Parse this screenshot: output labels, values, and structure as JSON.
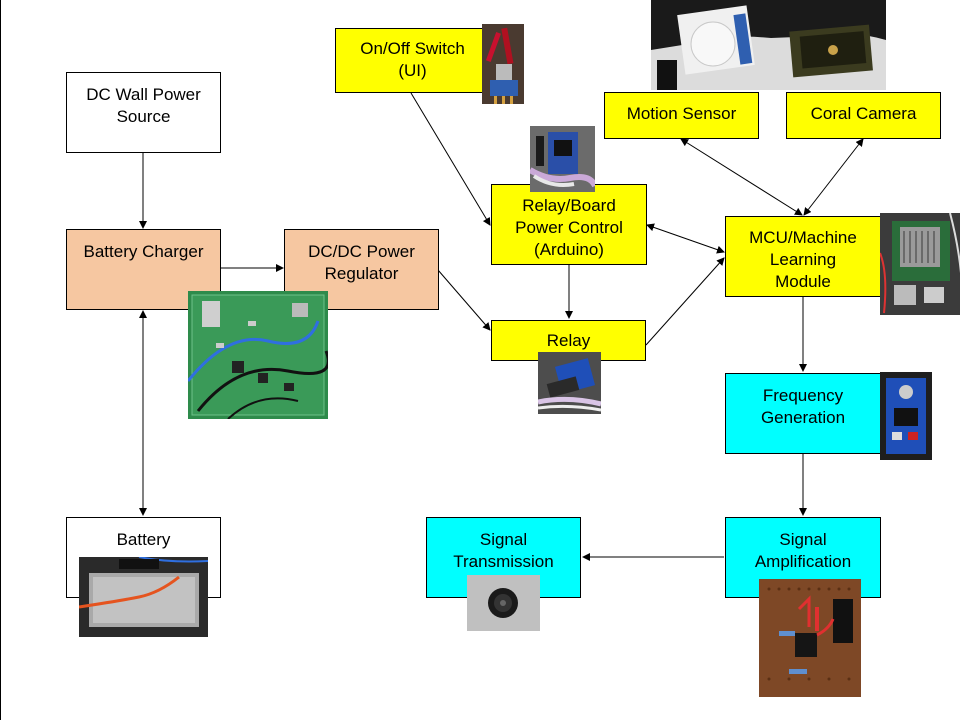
{
  "nodes": {
    "dc_wall_power": {
      "line1": "DC Wall Power",
      "line2": "Source"
    },
    "battery_charger": {
      "line1": "Battery Charger"
    },
    "dc_dc_regulator": {
      "line1": "DC/DC Power",
      "line2": "Regulator"
    },
    "battery": {
      "line1": "Battery"
    },
    "on_off_switch": {
      "line1": "On/Off Switch",
      "line2": "(UI)"
    },
    "relay_board_control": {
      "line1": "Relay/Board",
      "line2": "Power Control",
      "line3": "(Arduino)"
    },
    "relay": {
      "line1": "Relay"
    },
    "motion_sensor": {
      "line1": "Motion Sensor"
    },
    "coral_camera": {
      "line1": "Coral Camera"
    },
    "mcu_ml": {
      "line1": "MCU/Machine",
      "line2": "Learning",
      "line3": "Module"
    },
    "frequency_generation": {
      "line1": "Frequency",
      "line2": "Generation"
    },
    "signal_amplification": {
      "line1": "Signal",
      "line2": "Amplification"
    },
    "signal_transmission": {
      "line1": "Signal",
      "line2": "Transmission"
    }
  },
  "colors": {
    "power": "#f6c7a1",
    "control": "#ffff00",
    "signal": "#00ffff",
    "plain": "#ffffff"
  },
  "photos": [
    "switch-photo",
    "sensor-camera-photo",
    "arduino-photo",
    "pcb-photo",
    "relay-photo",
    "mcu-photo",
    "frequency-module-photo",
    "battery-photo",
    "speaker-photo",
    "amplifier-board-photo"
  ]
}
